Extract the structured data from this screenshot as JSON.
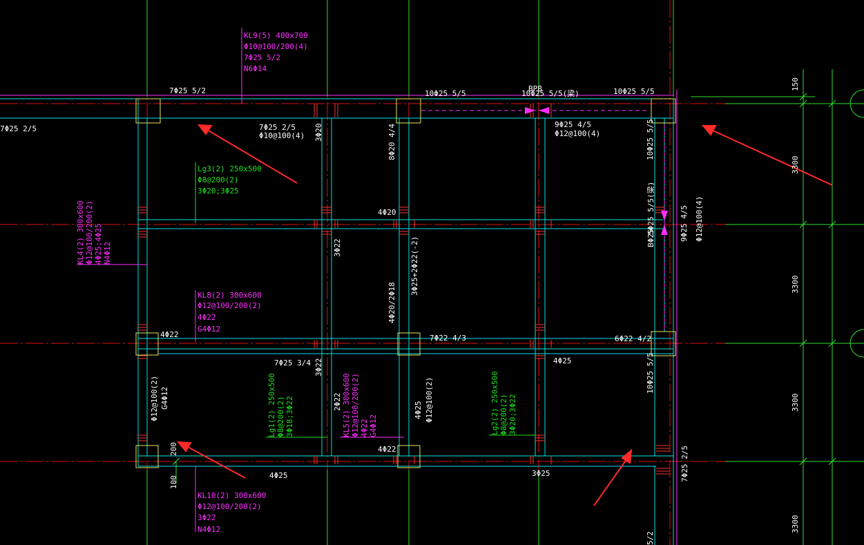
{
  "colors": {
    "background": "#000000",
    "beam": "#00e5e5",
    "axis": "#e01010",
    "column": "#e8e860",
    "magenta": "#ff30ff",
    "green": "#20e020",
    "white": "#ffffff",
    "dim": "#30e030",
    "arrow": "#ff2a2a",
    "rebar": "#ff3030"
  },
  "labels": {
    "kl9": [
      "KL9(5) 400x700",
      "Φ10@100/200(4)",
      "7Φ25 5/2",
      "N6Φ14"
    ],
    "lg3": [
      "Lg3(2) 250x500",
      "Φ8@200(2)",
      "3Φ20;3Φ25"
    ],
    "kl4": [
      "KL4(2) 300x600",
      "Φ12@100/200(2)",
      "4Φ25;4Φ25",
      "N4Φ12"
    ],
    "kl8": [
      "KL8(2) 300x600",
      "Φ12@100/200(2)",
      "4Φ22",
      "G4Φ12"
    ],
    "kl10": [
      "KL10(2) 300x600",
      "Φ12@100/200(2)",
      "3Φ22",
      "N4Φ12"
    ],
    "lg1": [
      "Lg1(2) 250x500",
      "Φ8@200(2)",
      "3Φ18;3Φ22"
    ],
    "kl5": [
      "KL5(2) 300x600",
      "Φ12@100/200(2)",
      "4Φ22",
      "G4Φ12"
    ],
    "lg2": [
      "Lg2(2) 250x500",
      "Φ8@200(2)",
      "3Φ20;3Φ22"
    ],
    "top_left_bar": "7Φ25 5/2",
    "left_edge_bar": "7Φ25 2/5",
    "top_mid_bar": "10Φ25 5/5",
    "top_mid2_bar": "10Φ25 5/5(梁)",
    "top_right_bar": "10Φ25 5/5",
    "top_mid2_tag": "BPB",
    "beam_a_top": "7Φ25 2/5",
    "beam_a_stirrup": "Φ10@100(4)",
    "beam_b_bar": "9Φ25 4/5",
    "beam_b_stirrup": "Φ12@100(4)",
    "v1": "3Φ20",
    "v2": "8Φ20 4/4",
    "v3": "10Φ25 5/5",
    "mid_420": "4Φ20",
    "v4": "3Φ22",
    "v5": "3Φ25+2Φ22(-2)",
    "v6": "4Φ20/2Φ18",
    "v7": "5Φ25 5/5(梁)",
    "v8": "9Φ25 4/5",
    "v8b": "Φ12@100(4)",
    "v9": "BΦ25",
    "lbl_422": "4Φ22",
    "lbl_722": "7Φ22 4/3",
    "lbl_622": "6Φ22 4/2",
    "lbl_725": "7Φ25 3/4",
    "lbl_425_small": "4Φ25",
    "v10": "3Φ22",
    "v11": "10Φ25 5/5",
    "v12": "Φ12@100(2)",
    "v12b": "G4Φ12",
    "v13": "2Φ22",
    "v14": "4Φ25",
    "v14b": "Φ12@100(2)",
    "lbl_422_b": "4Φ22",
    "lbl_425_bottom": "4Φ25",
    "lbl_325_bottom": "3Φ25",
    "v15": "7Φ25 2/5",
    "v16": "5/2",
    "dim_200": "200",
    "dim_100": "100",
    "dim_150": "150",
    "dim_3300_a": "3300",
    "dim_3300_b": "3300",
    "dim_3300_c": "3300",
    "dim_3300_d": "3300"
  }
}
